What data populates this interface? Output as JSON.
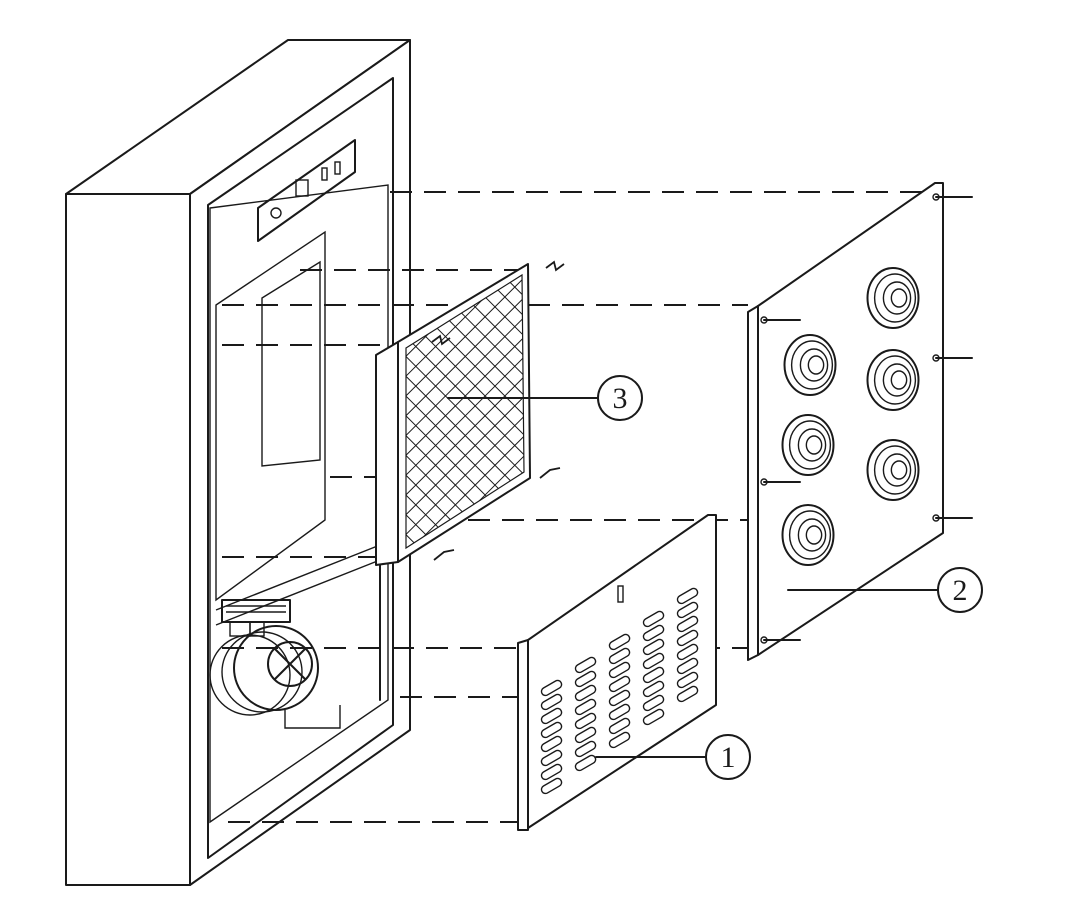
{
  "figure": {
    "callouts": [
      {
        "id": "1",
        "label": "1"
      },
      {
        "id": "2",
        "label": "2"
      },
      {
        "id": "3",
        "label": "3"
      }
    ],
    "colors": {
      "line": "#1a1a1a",
      "background": "#ffffff"
    }
  }
}
